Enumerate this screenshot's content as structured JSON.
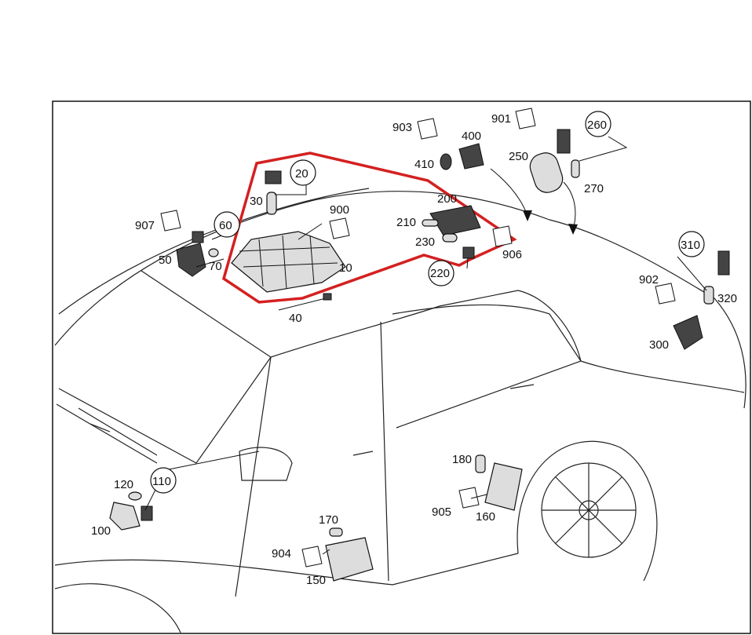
{
  "diagram": {
    "highlight_color": "#d42020",
    "labels": [
      "10",
      "20",
      "30",
      "40",
      "50",
      "60",
      "70",
      "100",
      "110",
      "120",
      "150",
      "160",
      "170",
      "180",
      "200",
      "210",
      "220",
      "230",
      "250",
      "260",
      "270",
      "300",
      "310",
      "320",
      "400",
      "410",
      "900",
      "901",
      "902",
      "903",
      "904",
      "905",
      "906",
      "907"
    ],
    "circled_labels": [
      "20",
      "60",
      "110",
      "220",
      "260",
      "310"
    ]
  }
}
